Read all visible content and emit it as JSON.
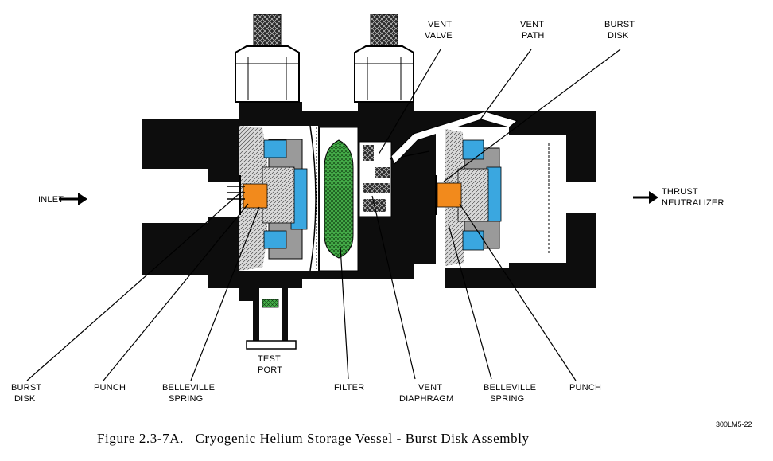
{
  "labels": {
    "inlet": "INLET",
    "vent_valve": [
      "VENT",
      "VALVE"
    ],
    "vent_path": [
      "VENT",
      "PATH"
    ],
    "burst_disk_top": [
      "BURST",
      "DISK"
    ],
    "thrust_neutralizer": [
      "THRUST",
      "NEUTRALIZER"
    ],
    "burst_disk_bottom": [
      "BURST",
      "DISK"
    ],
    "punch_left": "PUNCH",
    "belleville_left": [
      "BELLEVILLE",
      "SPRING"
    ],
    "test_port": [
      "TEST",
      "PORT"
    ],
    "filter": "FILTER",
    "vent_diaphragm": [
      "VENT",
      "DIAPHRAGM"
    ],
    "belleville_right": [
      "BELLEVILLE",
      "SPRING"
    ],
    "punch_right": "PUNCH"
  },
  "drawing_code": "300LM5-22",
  "caption": "Figure 2.3-7A.   Cryogenic Helium Storage Vessel - Burst Disk Assembly",
  "colors": {
    "body": "#0d0d0d",
    "blue_part": "#3aa7e0",
    "orange_part": "#f28a1c",
    "filter_green": "#46b04a",
    "gray_part": "#9a9a9a"
  }
}
